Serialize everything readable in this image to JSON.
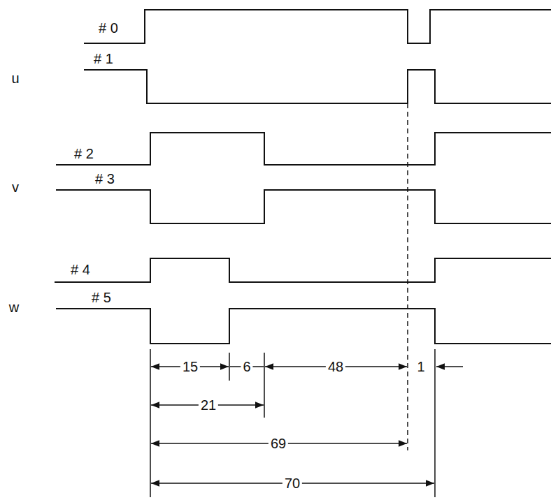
{
  "diagram": {
    "labels": [
      "u",
      "# 0",
      "# 1",
      "v",
      "# 2",
      "# 3",
      "w",
      "# 4",
      "# 5",
      "15",
      "6",
      "48",
      "1",
      "21",
      "69",
      "70"
    ]
  }
}
